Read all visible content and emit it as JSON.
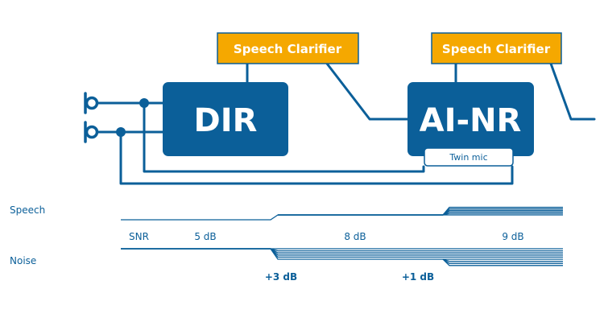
{
  "colors": {
    "primary_blue": "#0b5f99",
    "accent_yellow": "#f5a800",
    "white": "#ffffff"
  },
  "blocks": {
    "clarifier_1": "Speech Clarifier",
    "clarifier_2": "Speech Clarifier",
    "dir": "DIR",
    "ai_nr": "AI-NR",
    "twin_mic": "Twin mic"
  },
  "icons": {
    "microphones": [
      "microphone-icon",
      "microphone-icon"
    ]
  },
  "levels": {
    "speech_label": "Speech",
    "noise_label": "Noise",
    "snr_label": "SNR",
    "snr_values": [
      "5 dB",
      "8 dB",
      "9 dB"
    ],
    "gain_steps": [
      "+3 dB",
      "+1 dB"
    ]
  }
}
